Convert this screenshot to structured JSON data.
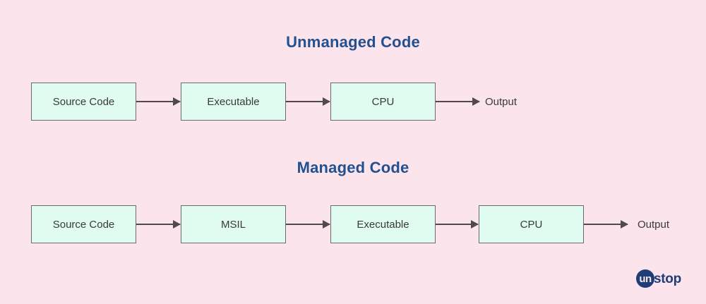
{
  "background_color": "#fce4ec",
  "node_fill_color": "#e0fbef",
  "node_border_color": "#6b6b6b",
  "arrow_color": "#4f4a4e",
  "title_color": "#23508f",
  "label_color": "#3a3a3a",
  "brand_color": "#1f3d77",
  "sections": [
    {
      "title": "Unmanaged Code",
      "nodes": [
        {
          "label": "Source Code"
        },
        {
          "label": "Executable"
        },
        {
          "label": "CPU"
        }
      ],
      "terminal": "Output"
    },
    {
      "title": "Managed Code",
      "nodes": [
        {
          "label": "Source Code"
        },
        {
          "label": "MSIL"
        },
        {
          "label": "Executable"
        },
        {
          "label": "CPU"
        }
      ],
      "terminal": "Output"
    }
  ],
  "logo": {
    "mark": "un",
    "text": "stop"
  }
}
